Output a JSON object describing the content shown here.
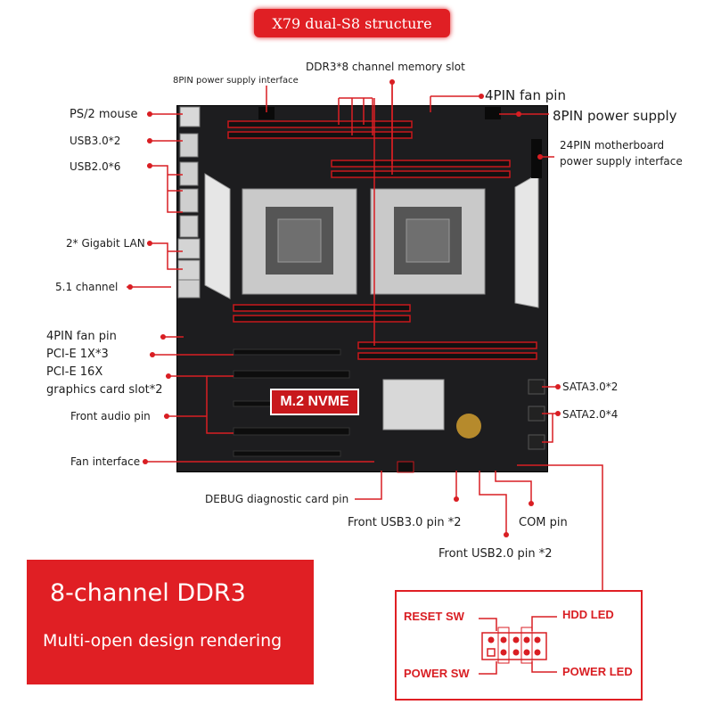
{
  "title": "X79 dual-S8 structure",
  "labels": {
    "ps2": "PS/2 mouse",
    "usb3": "USB3.0*2",
    "usb2": "USB2.0*6",
    "lan": "2* Gigabit LAN",
    "audio51": "5.1 channel",
    "fan4_left": "4PIN fan pin",
    "pcie1x": "PCI-E 1X*3",
    "pcie16x_1": "PCI-E 16X",
    "pcie16x_2": "graphics card slot*2",
    "front_audio": "Front audio pin",
    "fan_iface": "Fan interface",
    "pin8_top": "8PIN power supply interface",
    "ddr3_slot": "DDR3*8 channel memory slot",
    "fan4_right": "4PIN fan pin",
    "pin8_right": "8PIN power supply",
    "pin24_1": "24PIN motherboard",
    "pin24_2": "power supply interface",
    "sata3": "SATA3.0*2",
    "sata2": "SATA2.0*4",
    "debug": "DEBUG diagnostic card pin",
    "front_usb3": "Front USB3.0 pin *2",
    "com": "COM pin",
    "front_usb2": "Front USB2.0 pin *2",
    "m2": "M.2 NVME"
  },
  "promo": {
    "title": "8-channel DDR3",
    "subtitle": "Multi-open design rendering"
  },
  "pinout": {
    "reset": "RESET SW",
    "hdd": "HDD  LED",
    "power_sw": "POWER SW",
    "power_led": "POWER LED"
  },
  "colors": {
    "accent": "#e01f24",
    "board": "#1d1d1f",
    "text": "#1e1e1e"
  }
}
